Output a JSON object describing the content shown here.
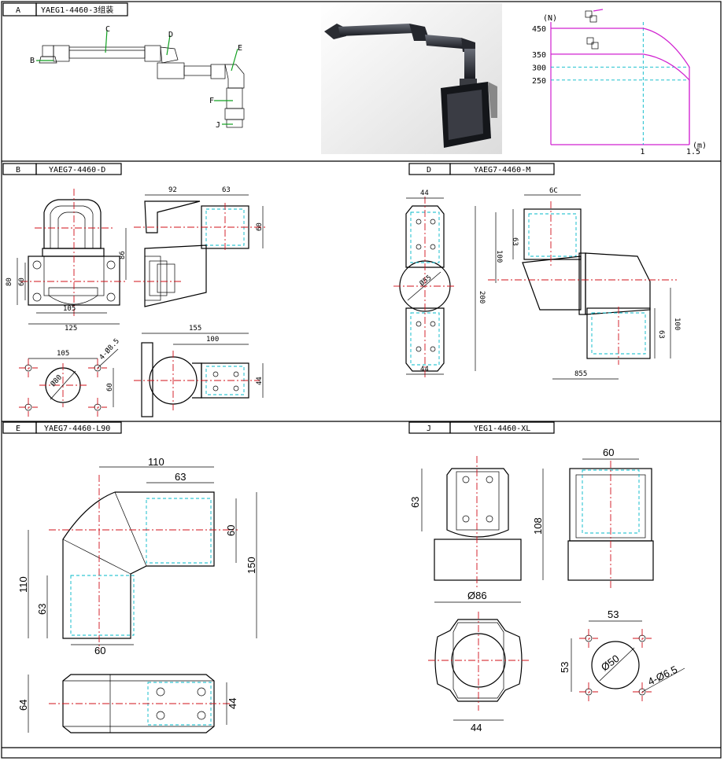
{
  "sections": {
    "a": {
      "letter": "A",
      "title": "YAEG1-4460-3组装",
      "markers": [
        "B",
        "C",
        "D",
        "E",
        "F",
        "J"
      ]
    },
    "b": {
      "letter": "B",
      "title": "YAEG7-4460-D"
    },
    "d": {
      "letter": "D",
      "title": "YAEG7-4460-M"
    },
    "e": {
      "letter": "E",
      "title": "YAEG7-4460-L90"
    },
    "j": {
      "letter": "J",
      "title": "YEG1-4460-XL"
    }
  },
  "dims": {
    "b": {
      "w92": "92",
      "w63": "63",
      "h60": "60",
      "h86": "86",
      "h80": "80",
      "h60b": "60",
      "w105": "105",
      "w125": "125",
      "w105b": "105",
      "hole": "4-Ø8.5",
      "dia": "Ø80",
      "h60c": "60",
      "w155": "155",
      "w100": "100",
      "h44": "44"
    },
    "d": {
      "w44": "44",
      "w44b": "44",
      "dia": "Ø55",
      "h200": "200",
      "w60": "6C",
      "h63": "63",
      "h100": "100",
      "h100b": "100",
      "h63b": "63",
      "w855": "855"
    },
    "e": {
      "w110": "110",
      "w63": "63",
      "h60": "60",
      "h150": "150",
      "h110": "110",
      "h63": "63",
      "w60": "60",
      "h64": "64",
      "h44": "44"
    },
    "j": {
      "h63": "63",
      "h108": "108",
      "dia86": "Ø86",
      "w60": "60",
      "w53": "53",
      "h53": "53",
      "dia50": "Ø50",
      "hole": "4-Ø6.5",
      "w44": "44"
    }
  },
  "chart_data": {
    "type": "line",
    "title": "",
    "xlabel": "(m)",
    "ylabel": "(N)",
    "x_ticks": [
      "1",
      "1.5"
    ],
    "y_ticks": [
      "450",
      "350",
      "300",
      "250"
    ],
    "xlim": [
      0,
      1.5
    ],
    "ylim": [
      0,
      450
    ],
    "grid": false,
    "series": [
      {
        "color": "#d020d0",
        "x": [
          0,
          1,
          1.5
        ],
        "y": [
          450,
          450,
          300
        ]
      },
      {
        "color": "#d020d0",
        "x": [
          0,
          1,
          1.5
        ],
        "y": [
          350,
          350,
          250
        ]
      }
    ],
    "reference_lines": {
      "color": "#00b8c8",
      "y": [
        300,
        250
      ],
      "x": [
        1
      ]
    }
  }
}
